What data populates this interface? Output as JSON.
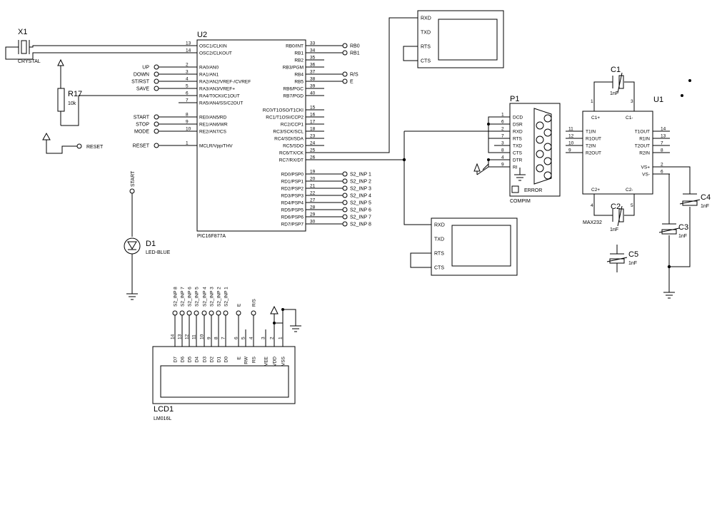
{
  "u2": {
    "ref": "U2",
    "part": "PIC16F877A",
    "left": [
      {
        "name": "OSC1/CLKIN",
        "num": "13"
      },
      {
        "name": "OSC2/CLKOUT",
        "num": "14"
      },
      {
        "name": "RA0/AN0",
        "num": "2",
        "net": "UP"
      },
      {
        "name": "RA1/AN1",
        "num": "3",
        "net": "DOWN"
      },
      {
        "name": "RA2/AN2/VREF-/CVREF",
        "num": "4",
        "net": "ST/RST"
      },
      {
        "name": "RA3/AN3/VREF+",
        "num": "5",
        "net": "SAVE"
      },
      {
        "name": "RA4/T0CKI/C1OUT",
        "num": "6"
      },
      {
        "name": "RA5/AN4/SS/C2OUT",
        "num": "7"
      },
      {
        "name": "RE0/AN5/RD",
        "num": "8",
        "net": "START"
      },
      {
        "name": "RE1/AN6/WR",
        "num": "9",
        "net": "STOP"
      },
      {
        "name": "RE2/AN7/CS",
        "num": "10",
        "net": "MODE"
      },
      {
        "name": "MCLR/Vpp/THV",
        "num": "1",
        "net": "RESET"
      }
    ],
    "right": [
      {
        "name": "RB0/INT",
        "num": "33",
        "net": "RB0"
      },
      {
        "name": "RB1",
        "num": "34",
        "net": "RB1"
      },
      {
        "name": "RB2",
        "num": "35"
      },
      {
        "name": "RB3/PGM",
        "num": "36"
      },
      {
        "name": "RB4",
        "num": "37",
        "net": "R/S"
      },
      {
        "name": "RB5",
        "num": "38",
        "net": "E"
      },
      {
        "name": "RB6/PGC",
        "num": "39"
      },
      {
        "name": "RB7/PGD",
        "num": "40"
      },
      {
        "name": "RC0/T1OSO/T1CKI",
        "num": "15"
      },
      {
        "name": "RC1/T1OSI/CCP2",
        "num": "16"
      },
      {
        "name": "RC2/CCP1",
        "num": "17"
      },
      {
        "name": "RC3/SCK/SCL",
        "num": "18"
      },
      {
        "name": "RC4/SDI/SDA",
        "num": "23"
      },
      {
        "name": "RC5/SDO",
        "num": "24"
      },
      {
        "name": "RC6/TX/CK",
        "num": "25"
      },
      {
        "name": "RC7/RX/DT",
        "num": "26"
      },
      {
        "name": "RD0/PSP0",
        "num": "19",
        "net": "S2_INP 1"
      },
      {
        "name": "RD1/PSP1",
        "num": "20",
        "net": "S2_INP 2"
      },
      {
        "name": "RD2/PSP2",
        "num": "21",
        "net": "S2_INP 3"
      },
      {
        "name": "RD3/PSP3",
        "num": "22",
        "net": "S2_INP 4"
      },
      {
        "name": "RD4/PSP4",
        "num": "27",
        "net": "S2_INP 5"
      },
      {
        "name": "RD5/PSP5",
        "num": "28",
        "net": "S2_INP 6"
      },
      {
        "name": "RD6/PSP6",
        "num": "29",
        "net": "S2_INP 7"
      },
      {
        "name": "RD7/PSP7",
        "num": "30",
        "net": "S2_INP 8"
      }
    ]
  },
  "x1": {
    "ref": "X1",
    "part": "CRYSTAL"
  },
  "r17": {
    "ref": "R17",
    "value": "10k"
  },
  "reset_label": "RESET",
  "d1": {
    "ref": "D1",
    "part": "LED-BLUE",
    "net": "START"
  },
  "terminals": {
    "top": {
      "pins": [
        "RXD",
        "TXD",
        "RTS",
        "CTS"
      ]
    },
    "bottom": {
      "pins": [
        "RXD",
        "TXD",
        "RTS",
        "CTS"
      ]
    }
  },
  "p1": {
    "ref": "P1",
    "part": "COMPIM",
    "error": "ERROR",
    "pins": [
      {
        "name": "DCD",
        "num": "1"
      },
      {
        "name": "DSR",
        "num": "6"
      },
      {
        "name": "RXD",
        "num": "2"
      },
      {
        "name": "RTS",
        "num": "7"
      },
      {
        "name": "TXD",
        "num": "3"
      },
      {
        "name": "CTS",
        "num": "8"
      },
      {
        "name": "DTR",
        "num": "4"
      },
      {
        "name": "RI",
        "num": "9"
      }
    ]
  },
  "u1": {
    "ref": "U1",
    "part": "MAX232",
    "top": [
      {
        "name": "C1+",
        "num": "1"
      },
      {
        "name": "C1-",
        "num": "3"
      }
    ],
    "bottom": [
      {
        "name": "C2+",
        "num": "4"
      },
      {
        "name": "C2-",
        "num": "5"
      }
    ],
    "left": [
      {
        "name": "T1IN",
        "num": "11"
      },
      {
        "name": "R1OUT",
        "num": "12"
      },
      {
        "name": "T2IN",
        "num": "10"
      },
      {
        "name": "R2OUT",
        "num": "9"
      }
    ],
    "right": [
      {
        "name": "T1OUT",
        "num": "14"
      },
      {
        "name": "R1IN",
        "num": "13"
      },
      {
        "name": "T2OUT",
        "num": "7"
      },
      {
        "name": "R2IN",
        "num": "8"
      },
      {
        "name": "VS+",
        "num": "2"
      },
      {
        "name": "VS-",
        "num": "6"
      }
    ]
  },
  "caps": [
    {
      "ref": "C1",
      "value": "1nF"
    },
    {
      "ref": "C2",
      "value": "1nF"
    },
    {
      "ref": "C3",
      "value": "1nF"
    },
    {
      "ref": "C4",
      "value": "1nF"
    },
    {
      "ref": "C5",
      "value": "1nF"
    }
  ],
  "lcd": {
    "ref": "LCD1",
    "part": "LM016L",
    "pins": [
      {
        "name": "D7",
        "num": "14",
        "net": "S2_INP 8"
      },
      {
        "name": "D6",
        "num": "13",
        "net": "S2_INP 7"
      },
      {
        "name": "D5",
        "num": "12",
        "net": "S2_INP 6"
      },
      {
        "name": "D4",
        "num": "11",
        "net": "S2_INP 5"
      },
      {
        "name": "D3",
        "num": "10",
        "net": "S2_INP 4"
      },
      {
        "name": "D2",
        "num": "9",
        "net": "S2_INP 3"
      },
      {
        "name": "D1",
        "num": "8",
        "net": "S2_INP 2"
      },
      {
        "name": "D0",
        "num": "7",
        "net": "S2_INP 1"
      },
      {
        "name": "E",
        "num": "6",
        "net": "E"
      },
      {
        "name": "RW",
        "num": "5"
      },
      {
        "name": "RS",
        "num": "4",
        "net": "R/S"
      },
      {
        "name": "VEE",
        "num": "3"
      },
      {
        "name": "VDD",
        "num": "2"
      },
      {
        "name": "VSS",
        "num": "1"
      }
    ]
  }
}
